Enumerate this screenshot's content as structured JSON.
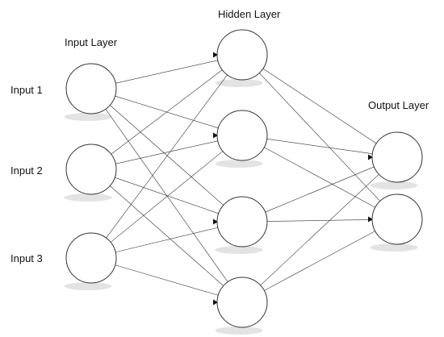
{
  "layers": {
    "input_title": "Input Layer",
    "hidden_title": "Hidden Layer",
    "output_title": "Output Layer"
  },
  "inputs": [
    {
      "label": "Input 1"
    },
    {
      "label": "Input 2"
    },
    {
      "label": "Input 3"
    }
  ],
  "hidden_count": 4,
  "output_count": 2,
  "colors": {
    "line": "#333333",
    "node_stroke": "#333333",
    "node_fill": "#ffffff",
    "shadow": "#e3e3e3"
  }
}
